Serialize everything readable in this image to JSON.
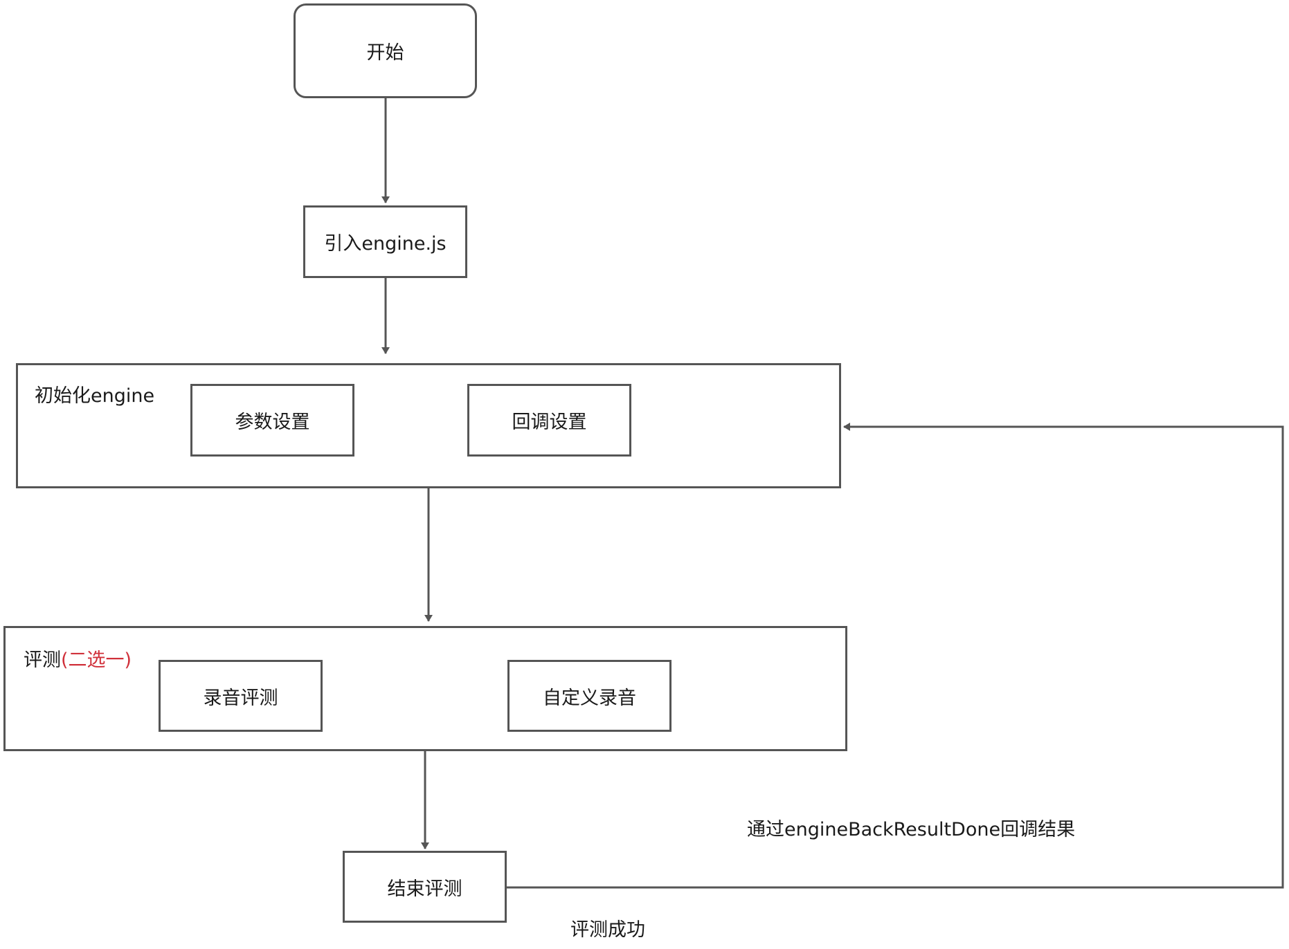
{
  "diagram": {
    "nodes": {
      "start": "开始",
      "import": "引入engine.js",
      "init_group": "初始化engine",
      "param_settings": "参数设置",
      "callback_settings": "回调设置",
      "eval_group": "评测",
      "eval_group_note": "(二选一)",
      "record_eval": "录音评测",
      "custom_record": "自定义录音",
      "end_eval": "结束评测"
    },
    "edge_labels": {
      "callback_result": "通过engineBackResultDone回调结果",
      "eval_success": "评测成功"
    },
    "colors": {
      "stroke": "#555555",
      "accent_red": "#d0303a"
    }
  }
}
